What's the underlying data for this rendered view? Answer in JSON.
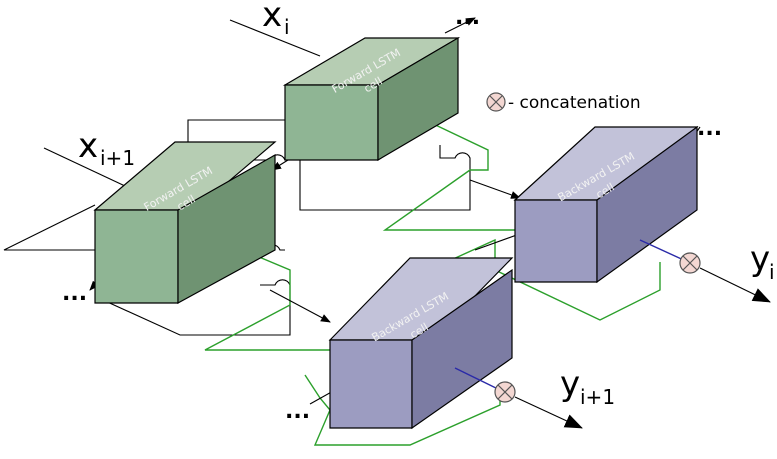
{
  "inputs": {
    "x_i": {
      "base": "x",
      "sub": "i"
    },
    "x_i1": {
      "base": "x",
      "sub": "i+1"
    }
  },
  "outputs": {
    "y_i": {
      "base": "y",
      "sub": "i"
    },
    "y_i1": {
      "base": "y",
      "sub": "i+1"
    }
  },
  "cells": {
    "forward_top": [
      "Forward LSTM",
      "cell"
    ],
    "forward_bottom": [
      "Forward LSTM",
      "cell"
    ],
    "backward_top": [
      "Backward LSTM",
      "cell"
    ],
    "backward_bottom": [
      "Backward LSTM",
      "cell"
    ]
  },
  "legend": {
    "text": "- concatenation"
  },
  "ellipsis": "...",
  "colors": {
    "forward_front": "#8fb594",
    "forward_top": "#b6cdb3",
    "forward_side": "#6f9372",
    "backward_front": "#9c9cc1",
    "backward_top": "#c2c2d9",
    "backward_side": "#7c7ca3",
    "recurrent_wire": "#2ca02c",
    "output_wire": "#2a2aa8",
    "concat_fill": "#f3d7d2"
  }
}
